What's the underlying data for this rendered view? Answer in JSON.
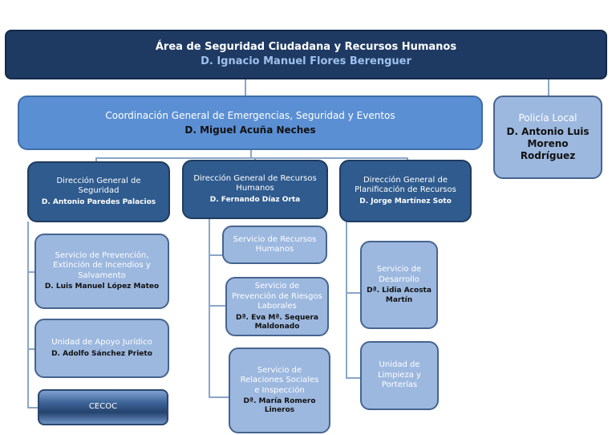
{
  "top": {
    "title": "Área de Seguridad Ciudadana y Recursos Humanos",
    "name": "D. Ignacio Manuel Flores Berenguer",
    "title_color": "#ffffff",
    "name_color": "#9ec0ec",
    "bg": "#1e3a63"
  },
  "coordination": {
    "title": "Coordinación General de Emergencias, Seguridad y Eventos",
    "name": "D. Miguel Acuña Neches",
    "title_color": "#ffffff",
    "name_color": "#111111",
    "bg": "#5b8fd3"
  },
  "policia": {
    "title": "Policía Local",
    "name": "D. Antonio Luis Moreno Rodríguez",
    "title_color": "#ffffff",
    "name_color": "#111111",
    "bg": "#9cb8df"
  },
  "directions": [
    {
      "title": "Dirección General de Seguridad",
      "name": "D. Antonio Paredes Palacios"
    },
    {
      "title": "Dirección General de Recursos Humanos",
      "name": "D. Fernando Díaz Orta"
    },
    {
      "title": "Dirección General de Planificación de Recursos",
      "name": "D. Jorge Martínez Soto"
    }
  ],
  "seguridad_units": [
    {
      "title": "Servicio de Prevención, Extinción de Incendios y Salvamento",
      "name": "D. Luis Manuel López Mateo"
    },
    {
      "title": "Unidad de Apoyo Jurídico",
      "name": "D. Adolfo Sánchez Prieto"
    },
    {
      "title": "CECOC"
    }
  ],
  "rrhh_units": [
    {
      "title": "Servicio de Recursos Humanos"
    },
    {
      "title": "Servicio de Prevención de Riesgos Laborales",
      "name": "Dª. Eva Mª. Sequera Maldonado"
    },
    {
      "title": "Servicio de Relaciones Sociales e Inspección",
      "name": "Dª. María Romero Lineros"
    }
  ],
  "planificacion_units": [
    {
      "title": "Servicio de Desarrollo",
      "name": "Dª. Lidia Acosta Martín"
    },
    {
      "title": "Unidad de Limpieza y Porterías"
    }
  ]
}
